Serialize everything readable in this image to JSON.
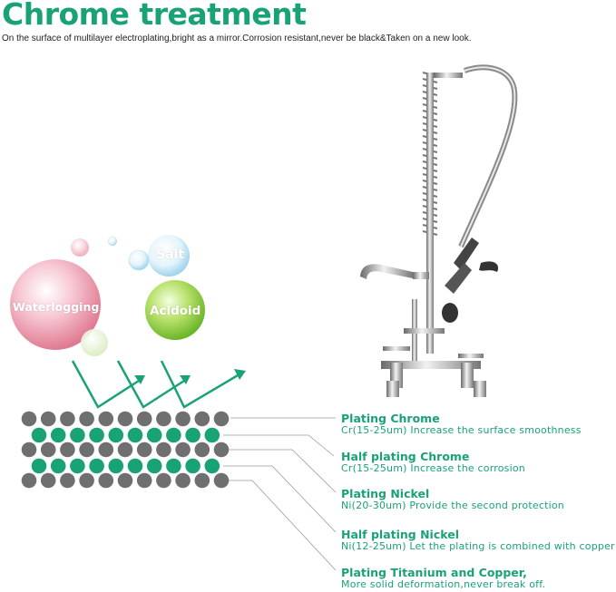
{
  "header": {
    "title": "Chrome treatment",
    "subtitle": "On the surface of multilayer electroplating,bright as a mirror.Corrosion resistant,never be black&Taken on a new look."
  },
  "bubbles": [
    {
      "label": "Waterlogging"
    },
    {
      "label": "Salt"
    },
    {
      "label": "Acidoid"
    }
  ],
  "layers": [
    {
      "title": "Plating Chrome",
      "desc": "Cr(15-25um) Increase the surface smoothness"
    },
    {
      "title": "Half plating Chrome",
      "desc": "Cr(15-25um) Increase the corrosion"
    },
    {
      "title": "Plating Nickel",
      "desc": "Ni(20-30um) Provide the second protection"
    },
    {
      "title": "Half plating Nickel",
      "desc": "Ni(12-25um) Let the plating is combined with copper"
    },
    {
      "title": "Plating Titanium and Copper,",
      "desc": "More solid deformation,never break off."
    }
  ],
  "colors": {
    "accent": "#1aa277",
    "dot_gray": "#6f6f6f",
    "dot_green": "#1aa277"
  }
}
